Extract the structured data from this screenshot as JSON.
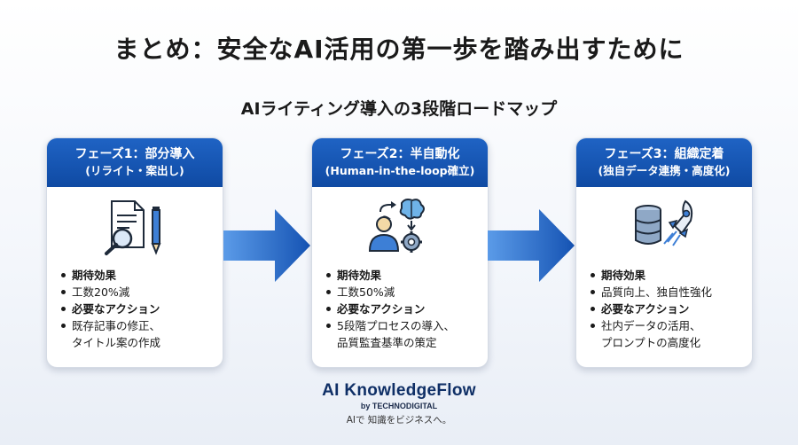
{
  "title": "まとめ：安全なAI活用の第一歩を踏み出すために",
  "subtitle": "AIライティング導入の3段階ロードマップ",
  "phases": [
    {
      "header_line1": "フェーズ1：部分導入",
      "header_line2": "(リライト・案出し)",
      "icon": "document-search-pencil-icon",
      "effect_label": "期待効果",
      "effect_value": "工数20%減",
      "action_label": "必要なアクション",
      "action_line1": "既存記事の修正、",
      "action_line2": "タイトル案の作成"
    },
    {
      "header_line1": "フェーズ2：半自動化",
      "header_line2": "(Human-in-the-loop確立)",
      "icon": "person-brain-gear-icon",
      "effect_label": "期待効果",
      "effect_value": "工数50%減",
      "action_label": "必要なアクション",
      "action_line1": "5段階プロセスの導入、",
      "action_line2": "品質監査基準の策定"
    },
    {
      "header_line1": "フェーズ3：組織定着",
      "header_line2": "(独自データ連携・高度化)",
      "icon": "database-rocket-icon",
      "effect_label": "期待効果",
      "effect_value": "品質向上、独自性強化",
      "action_label": "必要なアクション",
      "action_line1": "社内データの活用、",
      "action_line2": "プロンプトの高度化"
    }
  ],
  "brand": {
    "name": "AI KnowledgeFlow",
    "by": "by TECHNODIGITAL",
    "tagline": "AIで 知識をビジネスへ。"
  },
  "colors": {
    "header_blue": "#1559b8",
    "arrow_blue": "#1a5fc4",
    "brand_navy": "#0f2f66"
  }
}
